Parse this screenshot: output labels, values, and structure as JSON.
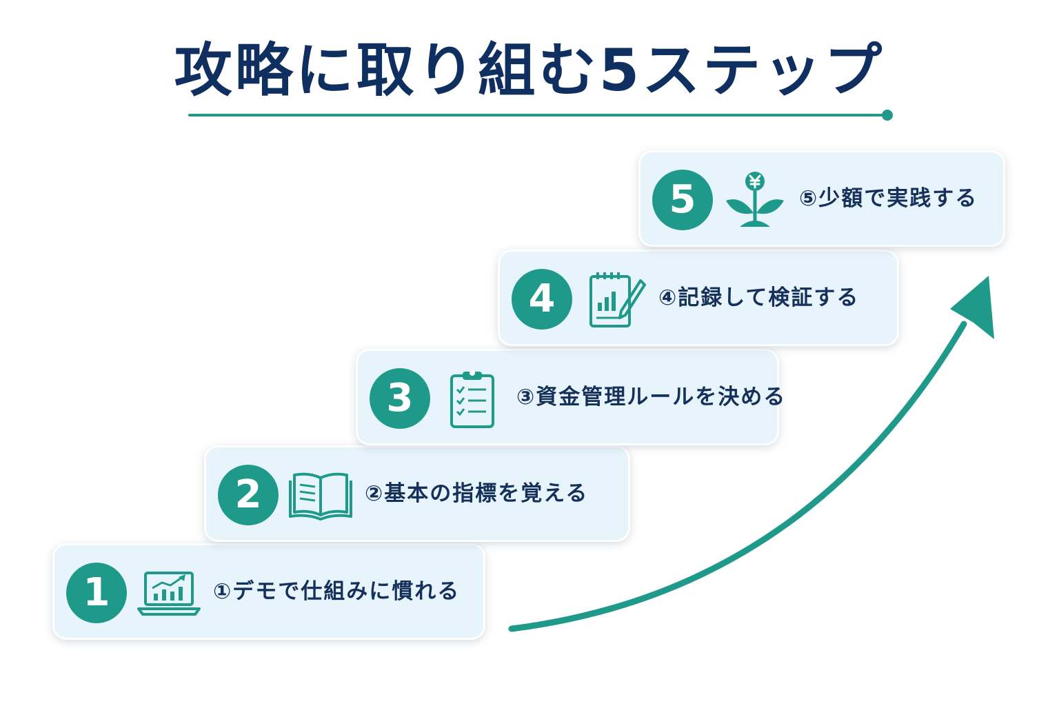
{
  "title": "攻略に取り組む5ステップ",
  "colors": {
    "accent": "#1f9a8a",
    "title": "#0f2f60",
    "card_bg": "#e8f4fb",
    "text": "#15305a"
  },
  "steps": [
    {
      "number": "1",
      "label": "①デモで仕組みに慣れる",
      "icon": "laptop-chart-icon"
    },
    {
      "number": "2",
      "label": "②基本の指標を覚える",
      "icon": "open-book-icon"
    },
    {
      "number": "3",
      "label": "③資金管理ルールを決める",
      "icon": "clipboard-checklist-icon"
    },
    {
      "number": "4",
      "label": "④記録して検証する",
      "icon": "notepad-pen-icon"
    },
    {
      "number": "5",
      "label": "⑤少額で実践する",
      "icon": "yen-sprout-icon"
    }
  ]
}
